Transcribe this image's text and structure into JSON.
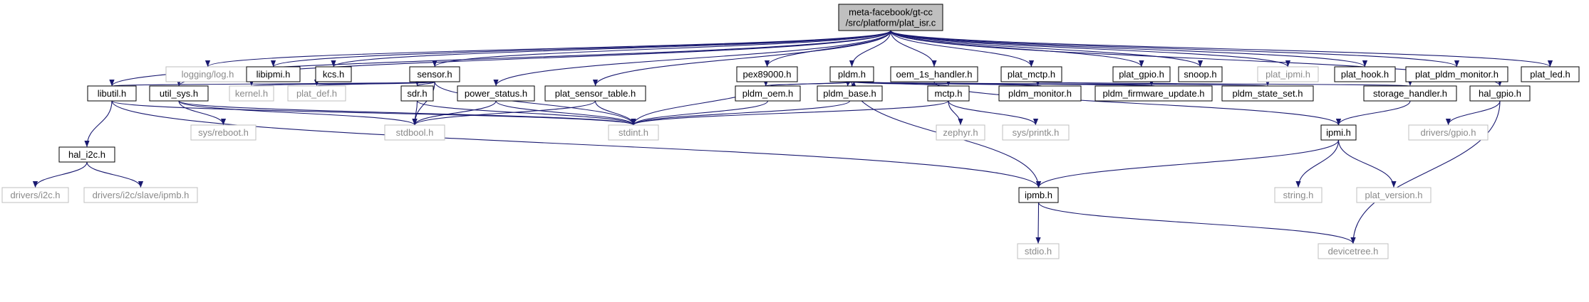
{
  "graph": {
    "colors": {
      "edge": "#191970",
      "root_fill": "#bfbfbf",
      "external_border": "#bfbfbf",
      "internal_border": "#000000"
    },
    "nodes": {
      "root": {
        "lines": [
          "meta-facebook/gt-cc",
          "/src/platform/plat_isr.c"
        ],
        "kind": "root"
      },
      "logging": {
        "lines": [
          "logging/log.h"
        ],
        "kind": "external"
      },
      "libipmi": {
        "lines": [
          "libipmi.h"
        ],
        "kind": "internal"
      },
      "kcs": {
        "lines": [
          "kcs.h"
        ],
        "kind": "internal"
      },
      "sensor": {
        "lines": [
          "sensor.h"
        ],
        "kind": "internal"
      },
      "pex89000": {
        "lines": [
          "pex89000.h"
        ],
        "kind": "internal"
      },
      "pldm": {
        "lines": [
          "pldm.h"
        ],
        "kind": "internal"
      },
      "oem1s": {
        "lines": [
          "oem_1s_handler.h"
        ],
        "kind": "internal"
      },
      "plat_mctp": {
        "lines": [
          "plat_mctp.h"
        ],
        "kind": "internal"
      },
      "plat_gpio": {
        "lines": [
          "plat_gpio.h"
        ],
        "kind": "internal"
      },
      "snoop": {
        "lines": [
          "snoop.h"
        ],
        "kind": "internal"
      },
      "plat_ipmi": {
        "lines": [
          "plat_ipmi.h"
        ],
        "kind": "external"
      },
      "plat_hook": {
        "lines": [
          "plat_hook.h"
        ],
        "kind": "internal"
      },
      "plat_pldm_monitor": {
        "lines": [
          "plat_pldm_monitor.h"
        ],
        "kind": "internal"
      },
      "plat_led": {
        "lines": [
          "plat_led.h"
        ],
        "kind": "internal"
      },
      "libutil": {
        "lines": [
          "libutil.h"
        ],
        "kind": "internal"
      },
      "util_sys": {
        "lines": [
          "util_sys.h"
        ],
        "kind": "internal"
      },
      "kernel": {
        "lines": [
          "kernel.h"
        ],
        "kind": "external"
      },
      "plat_def": {
        "lines": [
          "plat_def.h"
        ],
        "kind": "external"
      },
      "sdr": {
        "lines": [
          "sdr.h"
        ],
        "kind": "internal"
      },
      "power_status": {
        "lines": [
          "power_status.h"
        ],
        "kind": "internal"
      },
      "plat_sensor_table": {
        "lines": [
          "plat_sensor_table.h"
        ],
        "kind": "internal"
      },
      "pldm_oem": {
        "lines": [
          "pldm_oem.h"
        ],
        "kind": "internal"
      },
      "pldm_base": {
        "lines": [
          "pldm_base.h"
        ],
        "kind": "internal"
      },
      "mctp": {
        "lines": [
          "mctp.h"
        ],
        "kind": "internal"
      },
      "pldm_monitor": {
        "lines": [
          "pldm_monitor.h"
        ],
        "kind": "internal"
      },
      "pldm_fw": {
        "lines": [
          "pldm_firmware_update.h"
        ],
        "kind": "internal"
      },
      "pldm_state_set": {
        "lines": [
          "pldm_state_set.h"
        ],
        "kind": "internal"
      },
      "storage_handler": {
        "lines": [
          "storage_handler.h"
        ],
        "kind": "internal"
      },
      "hal_gpio": {
        "lines": [
          "hal_gpio.h"
        ],
        "kind": "internal"
      },
      "hal_i2c": {
        "lines": [
          "hal_i2c.h"
        ],
        "kind": "internal"
      },
      "sys_reboot": {
        "lines": [
          "sys/reboot.h"
        ],
        "kind": "external"
      },
      "stdbool": {
        "lines": [
          "stdbool.h"
        ],
        "kind": "external"
      },
      "stdint": {
        "lines": [
          "stdint.h"
        ],
        "kind": "external"
      },
      "zephyr": {
        "lines": [
          "zephyr.h"
        ],
        "kind": "external"
      },
      "sys_printk": {
        "lines": [
          "sys/printk.h"
        ],
        "kind": "external"
      },
      "ipmi": {
        "lines": [
          "ipmi.h"
        ],
        "kind": "internal"
      },
      "drivers_gpio": {
        "lines": [
          "drivers/gpio.h"
        ],
        "kind": "external"
      },
      "drivers_i2c": {
        "lines": [
          "drivers/i2c.h"
        ],
        "kind": "external"
      },
      "drivers_ipmb": {
        "lines": [
          "drivers/i2c/slave/ipmb.h"
        ],
        "kind": "external"
      },
      "ipmb": {
        "lines": [
          "ipmb.h"
        ],
        "kind": "internal"
      },
      "string": {
        "lines": [
          "string.h"
        ],
        "kind": "external"
      },
      "plat_version": {
        "lines": [
          "plat_version.h"
        ],
        "kind": "external"
      },
      "stdio": {
        "lines": [
          "stdio.h"
        ],
        "kind": "external"
      },
      "devicetree": {
        "lines": [
          "devicetree.h"
        ],
        "kind": "external"
      }
    },
    "edges": [
      [
        "root",
        "logging"
      ],
      [
        "root",
        "libipmi"
      ],
      [
        "root",
        "kcs"
      ],
      [
        "root",
        "sensor"
      ],
      [
        "root",
        "pex89000"
      ],
      [
        "root",
        "pldm"
      ],
      [
        "root",
        "oem1s"
      ],
      [
        "root",
        "plat_mctp"
      ],
      [
        "root",
        "plat_gpio"
      ],
      [
        "root",
        "snoop"
      ],
      [
        "root",
        "plat_ipmi"
      ],
      [
        "root",
        "plat_hook"
      ],
      [
        "root",
        "plat_pldm_monitor"
      ],
      [
        "root",
        "plat_led"
      ],
      [
        "root",
        "libutil"
      ],
      [
        "root",
        "util_sys"
      ],
      [
        "root",
        "power_status"
      ],
      [
        "root",
        "plat_sensor_table"
      ],
      [
        "root",
        "hal_gpio"
      ],
      [
        "sensor",
        "libutil"
      ],
      [
        "sensor",
        "kernel"
      ],
      [
        "sensor",
        "plat_def"
      ],
      [
        "sensor",
        "sdr"
      ],
      [
        "sensor",
        "stdbool"
      ],
      [
        "sensor",
        "stdint"
      ],
      [
        "pex89000",
        "stdint"
      ],
      [
        "pldm",
        "pldm_oem"
      ],
      [
        "pldm",
        "pldm_base"
      ],
      [
        "pldm",
        "mctp"
      ],
      [
        "pldm",
        "pldm_monitor"
      ],
      [
        "pldm",
        "pldm_fw"
      ],
      [
        "pldm",
        "pldm_state_set"
      ],
      [
        "pldm",
        "ipmb"
      ],
      [
        "pldm_oem",
        "pldm"
      ],
      [
        "pldm_base",
        "pldm"
      ],
      [
        "pldm_monitor",
        "pldm"
      ],
      [
        "pldm_fw",
        "pldm"
      ],
      [
        "pldm_oem",
        "stdint"
      ],
      [
        "pldm_base",
        "stdint"
      ],
      [
        "oem1s",
        "ipmi"
      ],
      [
        "plat_mctp",
        "storage_handler"
      ],
      [
        "storage_handler",
        "ipmi"
      ],
      [
        "hal_gpio",
        "drivers_gpio"
      ],
      [
        "hal_gpio",
        "devicetree"
      ],
      [
        "libutil",
        "hal_i2c"
      ],
      [
        "libutil",
        "stdint"
      ],
      [
        "libutil",
        "ipmb"
      ],
      [
        "util_sys",
        "sys_reboot"
      ],
      [
        "util_sys",
        "stdbool"
      ],
      [
        "util_sys",
        "stdint"
      ],
      [
        "sdr",
        "stdbool"
      ],
      [
        "sdr",
        "stdint"
      ],
      [
        "power_status",
        "stdbool"
      ],
      [
        "power_status",
        "stdint"
      ],
      [
        "plat_sensor_table",
        "stdbool"
      ],
      [
        "plat_sensor_table",
        "stdint"
      ],
      [
        "mctp",
        "zephyr"
      ],
      [
        "mctp",
        "sys_printk"
      ],
      [
        "mctp",
        "stdint"
      ],
      [
        "hal_i2c",
        "drivers_i2c"
      ],
      [
        "hal_i2c",
        "drivers_ipmb"
      ],
      [
        "ipmi",
        "ipmb"
      ],
      [
        "ipmi",
        "string"
      ],
      [
        "ipmi",
        "plat_version"
      ],
      [
        "ipmb",
        "stdio"
      ],
      [
        "ipmb",
        "devicetree"
      ]
    ]
  }
}
